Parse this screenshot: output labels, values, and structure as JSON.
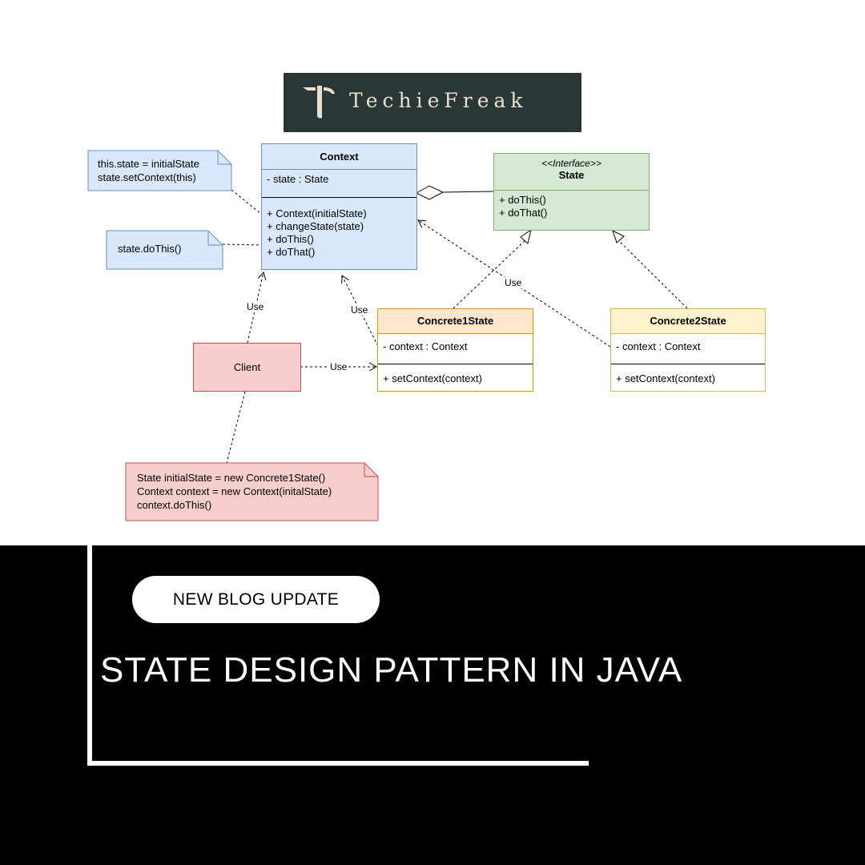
{
  "logo": {
    "brand_text": "TechieFreak"
  },
  "diagram": {
    "context": {
      "name": "Context",
      "attributes": [
        "- state : State"
      ],
      "methods": [
        "+ Context(initialState)",
        "+ changeState(state)",
        "+ doThis()",
        "+ doThat()"
      ]
    },
    "state": {
      "stereotype": "<<Interface>>",
      "name": "State",
      "methods": [
        "+ doThis()",
        "+ doThat()"
      ]
    },
    "concrete1": {
      "name": "Concrete1State",
      "attributes": [
        "- context : Context"
      ],
      "methods": [
        "+ setContext(context)"
      ]
    },
    "concrete2": {
      "name": "Concrete2State",
      "attributes": [
        "- context : Context"
      ],
      "methods": [
        "+ setContext(context)"
      ]
    },
    "client": {
      "name": "Client"
    },
    "notes": {
      "constructor": [
        "this.state = initialState",
        "state.setContext(this)"
      ],
      "dothis": [
        "state.doThis()"
      ],
      "client": [
        "State initialState = new Concrete1State()",
        "Context context = new Context(initalState)",
        "context.doThis()"
      ]
    },
    "use_labels": {
      "client_context": "Use",
      "concrete1_context": "Use",
      "client_concrete1": "Use",
      "concrete2_context": "Use"
    },
    "colors": {
      "blue_fill": "#dae8fc",
      "blue_stroke": "#6c8ebf",
      "green_fill": "#d5e8d4",
      "green_stroke": "#82b366",
      "orange_fill": "#ffe6cc",
      "orange_stroke": "#d79b00",
      "yellow_fill": "#fff2cc",
      "yellow_stroke": "#d6b656",
      "red_fill": "#f8cecc",
      "red_stroke": "#b85450"
    }
  },
  "banner": {
    "badge": "NEW BLOG UPDATE",
    "title": "STATE DESIGN PATTERN IN JAVA"
  }
}
